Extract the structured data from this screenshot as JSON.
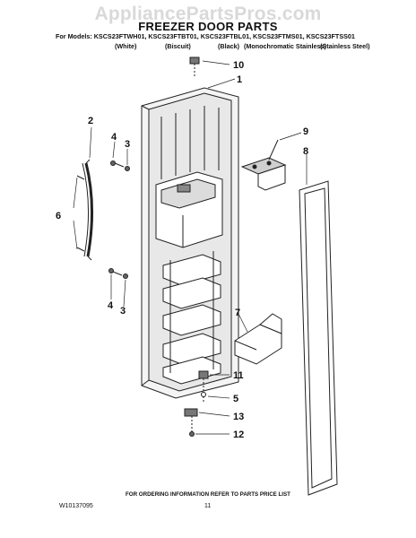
{
  "watermark": "AppliancePartsPros.com",
  "title": "FREEZER DOOR PARTS",
  "models_line": "For Models: KSCS23FTWH01, KSCS23FTBT01, KSCS23FTBL01, KSCS23FTMS01, KSCS23FTSS01",
  "variants": [
    "(White)",
    "(Biscuit)",
    "(Black)",
    "(Monochromatic Stainless)",
    "(Stainless Steel)"
  ],
  "callouts": {
    "c10": "10",
    "c1": "1",
    "c2": "2",
    "c4a": "4",
    "c3a": "3",
    "c9": "9",
    "c8": "8",
    "c6": "6",
    "c4b": "4",
    "c3b": "3",
    "c7": "7",
    "c11": "11",
    "c5": "5",
    "c13": "13",
    "c12": "12"
  },
  "footer_note": "FOR ORDERING INFORMATION REFER TO PARTS PRICE LIST",
  "doc_id": "W10137095",
  "page_number": "11"
}
